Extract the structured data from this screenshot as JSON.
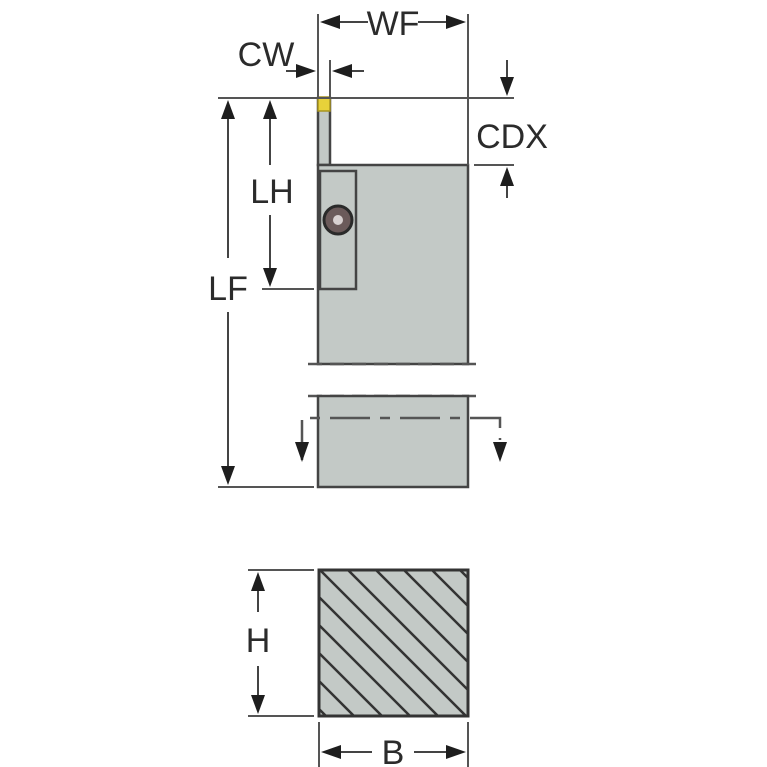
{
  "diagram": {
    "type": "cut-off tool holder dimension drawing",
    "labels": {
      "wf": "WF",
      "cw": "CW",
      "cdx": "CDX",
      "lh": "LH",
      "lf": "LF",
      "h": "H",
      "b": "B"
    },
    "colors": {
      "body_fill": "#c3c9c6",
      "outline": "#444444",
      "insert_tip": "#e8d23a",
      "text": "#2b2b2b"
    }
  }
}
